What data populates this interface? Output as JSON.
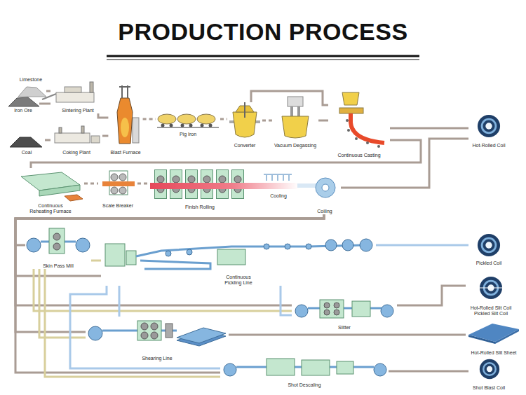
{
  "diagram": {
    "title": "PRODUCTION PROCESS",
    "nodes": [
      {
        "text": [
          "Limestone"
        ]
      },
      {
        "text": [
          "Iron Ore"
        ]
      },
      {
        "text": [
          "Sintering Plant"
        ]
      },
      {
        "text": [
          "Coal"
        ]
      },
      {
        "text": [
          "Coking Plant"
        ]
      },
      {
        "text": [
          "Blast Furnace"
        ]
      },
      {
        "text": [
          "Pig Iron"
        ]
      },
      {
        "text": [
          "Converter"
        ]
      },
      {
        "text": [
          "Vacuum Degassing"
        ]
      },
      {
        "text": [
          "Continuous Casting"
        ]
      },
      {
        "text": [
          "Hot-Rolled Coil"
        ]
      },
      {
        "text": [
          "Continuous Reheating Furnace"
        ]
      },
      {
        "text": [
          "Scale Breaker"
        ]
      },
      {
        "text": [
          "Finish Rolling"
        ]
      },
      {
        "text": [
          "Cooling"
        ]
      },
      {
        "text": [
          "Coiling"
        ]
      },
      {
        "text": [
          "Skin Pass Mill"
        ]
      },
      {
        "text": [
          "Continuous Pickling Line"
        ]
      },
      {
        "text": [
          "Pickled Coil"
        ]
      },
      {
        "text": [
          "Hot-Rolled Slit Coil",
          "Pickled Slit Coil"
        ]
      },
      {
        "text": [
          "Slitter"
        ]
      },
      {
        "text": [
          "Shearing Line"
        ]
      },
      {
        "text": [
          "Hot-Rolled Slit Sheet"
        ]
      },
      {
        "text": [
          "Shot Descaling"
        ]
      },
      {
        "text": [
          "Shot Blast Coil"
        ]
      }
    ],
    "edges": [
      {
        "from": 0,
        "to": 2,
        "arrow": "none"
      },
      {
        "from": 1,
        "to": 2,
        "arrow": "none"
      },
      {
        "from": 2,
        "to": 5,
        "arrow": "none"
      },
      {
        "from": 3,
        "to": 4,
        "arrow": "none"
      },
      {
        "from": 4,
        "to": 5,
        "arrow": "none"
      },
      {
        "from": 5,
        "to": 6,
        "arrow": "none"
      },
      {
        "from": 6,
        "to": 7,
        "arrow": "none"
      },
      {
        "from": 7,
        "to": 8,
        "arrow": "none"
      },
      {
        "from": 8,
        "to": 9,
        "arrow": "none"
      },
      {
        "from": 7,
        "to": 9,
        "arrow": "none"
      },
      {
        "from": 9,
        "to": 10,
        "arrow": "none"
      },
      {
        "from": 9,
        "to": 11,
        "arrow": "none"
      },
      {
        "from": 11,
        "to": 12,
        "arrow": "none"
      },
      {
        "from": 12,
        "to": 13,
        "arrow": "none"
      },
      {
        "from": 13,
        "to": 14,
        "arrow": "none"
      },
      {
        "from": 14,
        "to": 15,
        "arrow": "none"
      },
      {
        "from": 15,
        "to": 10,
        "arrow": "none"
      },
      {
        "from": 15,
        "to": 16,
        "arrow": "none"
      },
      {
        "from": 15,
        "to": 17,
        "arrow": "none"
      },
      {
        "from": 15,
        "to": 20,
        "arrow": "none"
      },
      {
        "from": 15,
        "to": 21,
        "arrow": "none"
      },
      {
        "from": 15,
        "to": 23,
        "arrow": "none"
      },
      {
        "from": 16,
        "to": 17,
        "arrow": "none"
      },
      {
        "from": 16,
        "to": 20,
        "arrow": "none"
      },
      {
        "from": 16,
        "to": 21,
        "arrow": "none"
      },
      {
        "from": 16,
        "to": 23,
        "arrow": "none"
      },
      {
        "from": 17,
        "to": 18,
        "arrow": "none"
      },
      {
        "from": 17,
        "to": 20,
        "arrow": "none"
      },
      {
        "from": 17,
        "to": 21,
        "arrow": "none"
      },
      {
        "from": 17,
        "to": 23,
        "arrow": "none"
      },
      {
        "from": 20,
        "to": 19,
        "arrow": "none"
      },
      {
        "from": 21,
        "to": 22,
        "arrow": "none"
      },
      {
        "from": 23,
        "to": 24,
        "arrow": "none"
      }
    ]
  }
}
